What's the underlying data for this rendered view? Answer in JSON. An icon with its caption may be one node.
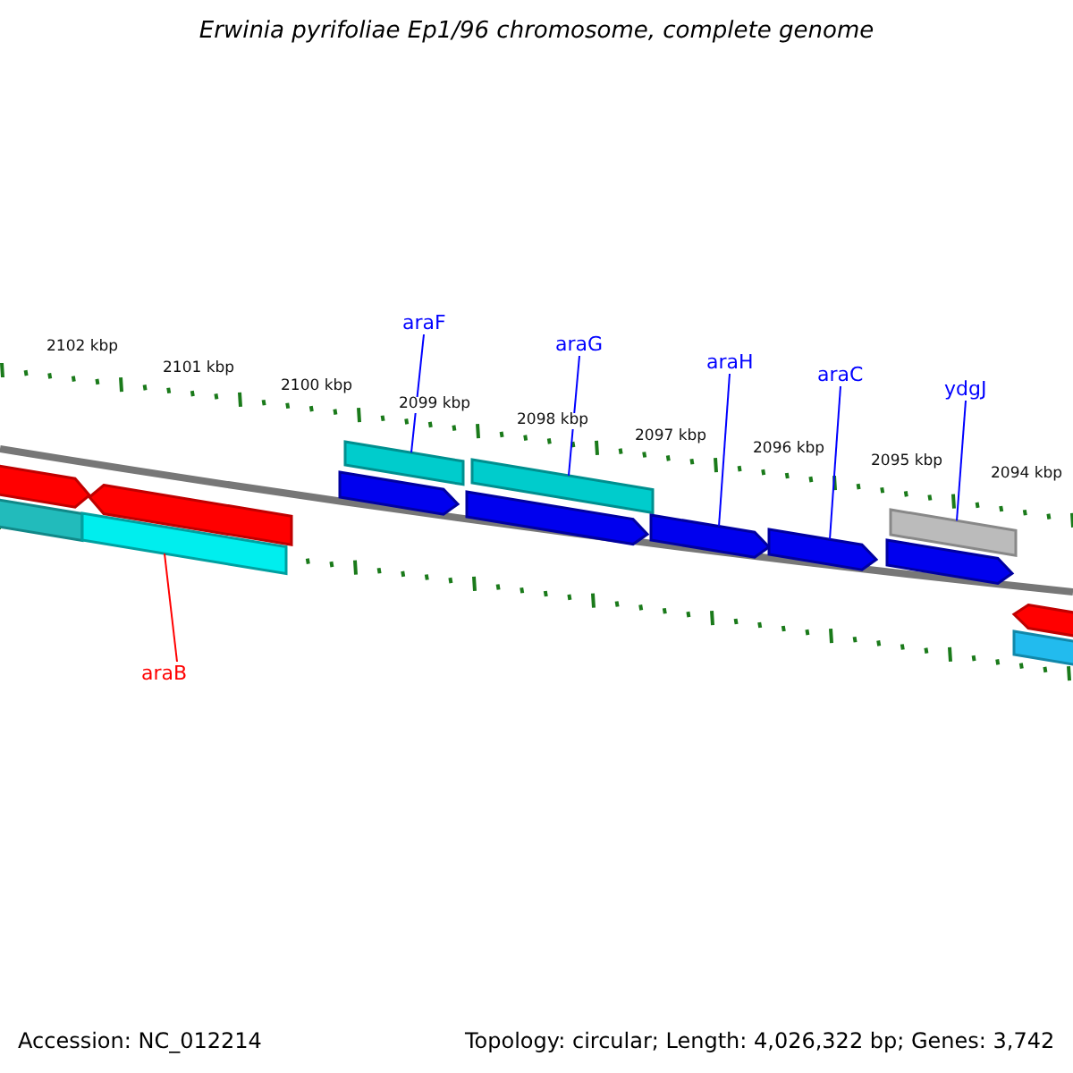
{
  "diagram": {
    "title": "Erwinia pyrifoliae Ep1/96 chromosome, complete genome",
    "nodes": [
      {
        "text": [
          "araF"
        ]
      },
      {
        "text": [
          "araG"
        ]
      },
      {
        "text": [
          "araH"
        ]
      },
      {
        "text": [
          "araC"
        ]
      },
      {
        "text": [
          "ydgJ"
        ]
      },
      {
        "text": [
          "araB"
        ]
      },
      {
        "text": [],
        "shape": "pentagon"
      },
      {
        "text": [],
        "shape": "bar"
      },
      {
        "text": [],
        "shape": "bar"
      },
      {
        "text": [],
        "shape": "pentagon"
      },
      {
        "text": [],
        "shape": "pentagon"
      },
      {
        "text": [],
        "shape": "bar"
      },
      {
        "text": [],
        "shape": "pentagon"
      },
      {
        "text": [],
        "shape": "bar"
      },
      {
        "text": [],
        "shape": "pentagon"
      },
      {
        "text": [],
        "shape": "pentagon"
      },
      {
        "text": [],
        "shape": "pentagon"
      },
      {
        "text": [],
        "shape": "bar"
      },
      {
        "text": [],
        "shape": "pentagon"
      },
      {
        "text": [],
        "shape": "bar"
      }
    ],
    "edges": [
      {
        "from": 5,
        "to": 8,
        "arrow": "none",
        "color": "#ff0000"
      },
      {
        "from": 0,
        "to": 11,
        "arrow": "none"
      },
      {
        "from": 1,
        "to": 13,
        "arrow": "none"
      },
      {
        "from": 2,
        "to": 14,
        "arrow": "none"
      },
      {
        "from": 3,
        "to": 15,
        "arrow": "none"
      },
      {
        "from": 4,
        "to": 17,
        "arrow": "none"
      }
    ],
    "labels": [
      "2102 kbp",
      "2101 kbp",
      "2100 kbp",
      "2099 kbp",
      "2098 kbp",
      "2097 kbp",
      "2096 kbp",
      "2095 kbp",
      "2094 kbp",
      "Accession: NC_012214",
      "Topology: circular; Length: 4,026,322 bp; Genes: 3,742"
    ]
  }
}
